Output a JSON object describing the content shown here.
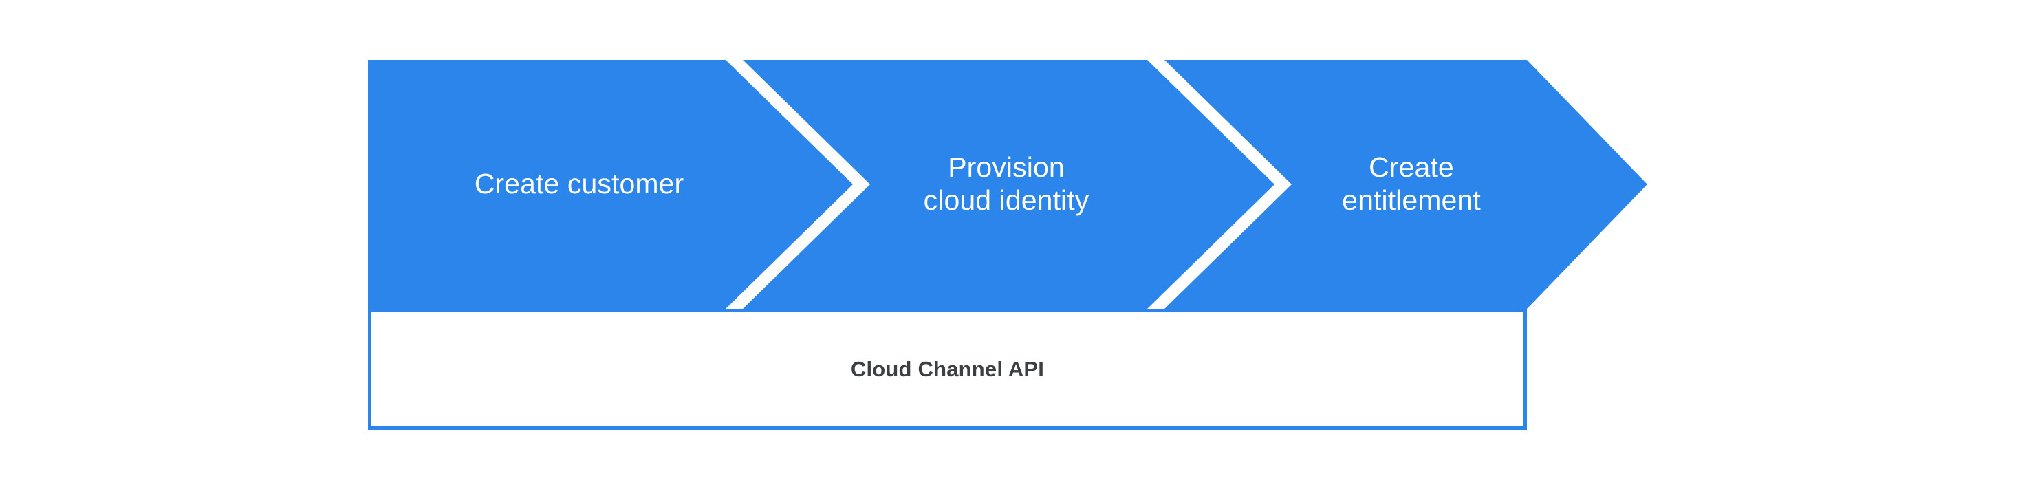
{
  "diagram": {
    "title": "Cloud Channel API three-step flow",
    "background_color": "#ffffff",
    "accent_color": "#2B85EA",
    "step_text_color": "#ffffff",
    "api_text_color": "#3C4043",
    "steps": [
      {
        "id": "create-customer",
        "label": "Create customer",
        "order": 1
      },
      {
        "id": "provision-cloud-identity",
        "label": "Provision\ncloud identity",
        "order": 2
      },
      {
        "id": "create-entitlement",
        "label": "Create\nentitlement",
        "order": 3
      }
    ],
    "api_box": {
      "label": "Cloud Channel API",
      "border_color": "#2B85EA",
      "fill_color": "#ffffff"
    }
  }
}
